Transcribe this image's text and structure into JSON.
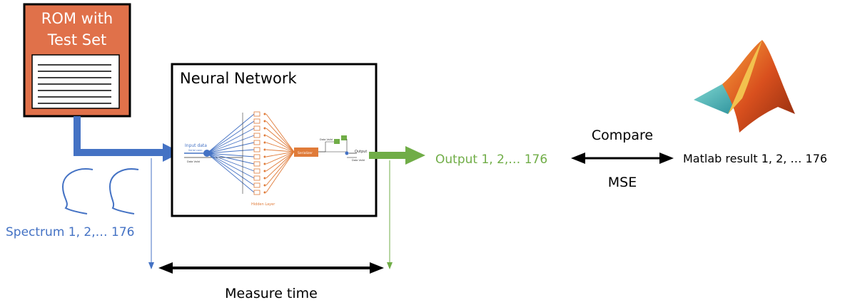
{
  "rom": {
    "title_line1": "ROM with",
    "title_line2": "Test Set"
  },
  "network": {
    "title": "Neural Network",
    "input_label": "Input data",
    "serial_label": "Serial conn",
    "data_valid_in": "Data Valid",
    "hidden_layer_label": "Hidden Layer",
    "serializer_label": "Serializer",
    "data_valid_out": "Data Valid",
    "output_label": "Output",
    "data_valid_out2": "Data Valid"
  },
  "spectrum": {
    "label": "Spectrum 1, 2,… 176"
  },
  "output": {
    "label": "Output 1, 2,… 176"
  },
  "compare": {
    "top_label": "Compare",
    "bottom_label": "MSE"
  },
  "matlab": {
    "label": "Matlab result 1, 2, … 176",
    "logo": "matlab-logo"
  },
  "timing": {
    "label": "Measure time"
  },
  "colors": {
    "rom_fill": "#e0714a",
    "blue": "#4472c4",
    "green": "#70ad47",
    "orange": "#e07b39",
    "black": "#000000"
  }
}
